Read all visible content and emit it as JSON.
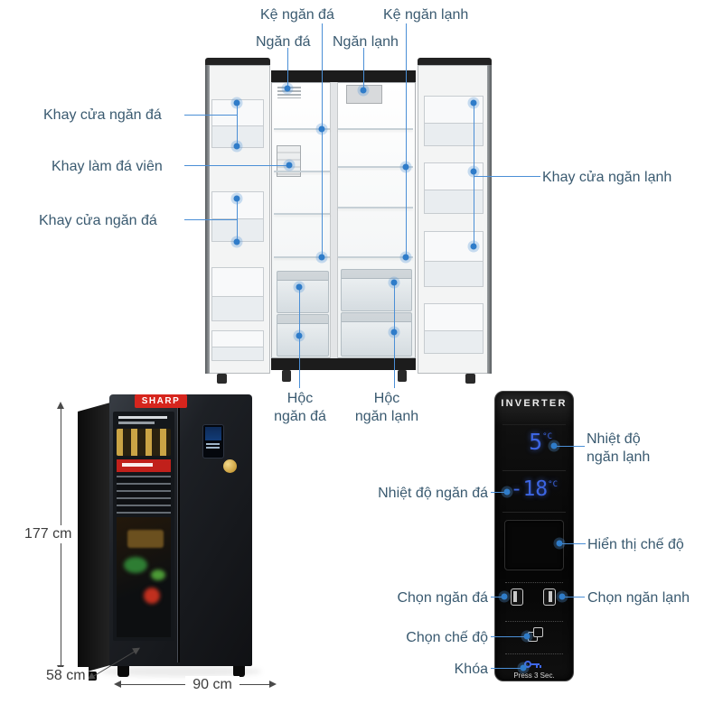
{
  "diagram": {
    "top_labels": {
      "ke_ngan_da": "Kệ ngăn đá",
      "ke_ngan_lanh": "Kệ ngăn lạnh",
      "ngan_da": "Ngăn đá",
      "ngan_lanh": "Ngăn lạnh"
    },
    "left_labels": {
      "khay_cua_ngan_da_1": "Khay cửa ngăn đá",
      "khay_lam_da_vien": "Khay làm đá viên",
      "khay_cua_ngan_da_2": "Khay cửa ngăn đá"
    },
    "right_labels": {
      "khay_cua_ngan_lanh": "Khay cửa ngăn lạnh"
    },
    "bottom_labels": {
      "hoc_ngan_da": "Hộc\nngăn đá",
      "hoc_ngan_lanh": "Hộc\nngăn lạnh"
    }
  },
  "dimensions": {
    "height": "177 cm",
    "depth": "58 cm",
    "width": "90 cm"
  },
  "closed_fridge": {
    "brand": "SHARP"
  },
  "control_panel": {
    "title": "INVERTER",
    "fridge_temp_value": "5",
    "freezer_temp_value": "-18",
    "temp_unit": "°C",
    "press_hint": "Press 3 Sec.",
    "callouts": {
      "nhiet_do_ngan_lanh": "Nhiệt độ\nngăn lạnh",
      "nhiet_do_ngan_da": "Nhiệt độ ngăn đá",
      "hien_thi_che_do": "Hiển thị chế độ",
      "chon_ngan_da": "Chọn ngăn đá",
      "chon_ngan_lanh": "Chọn ngăn lạnh",
      "chon_che_do": "Chọn chế độ",
      "khoa": "Khóa"
    }
  },
  "colors": {
    "label": "#3a5a70",
    "callout_line": "#4b8fd6",
    "led_blue": "#3c65e2",
    "sharp_red": "#d6251d"
  }
}
